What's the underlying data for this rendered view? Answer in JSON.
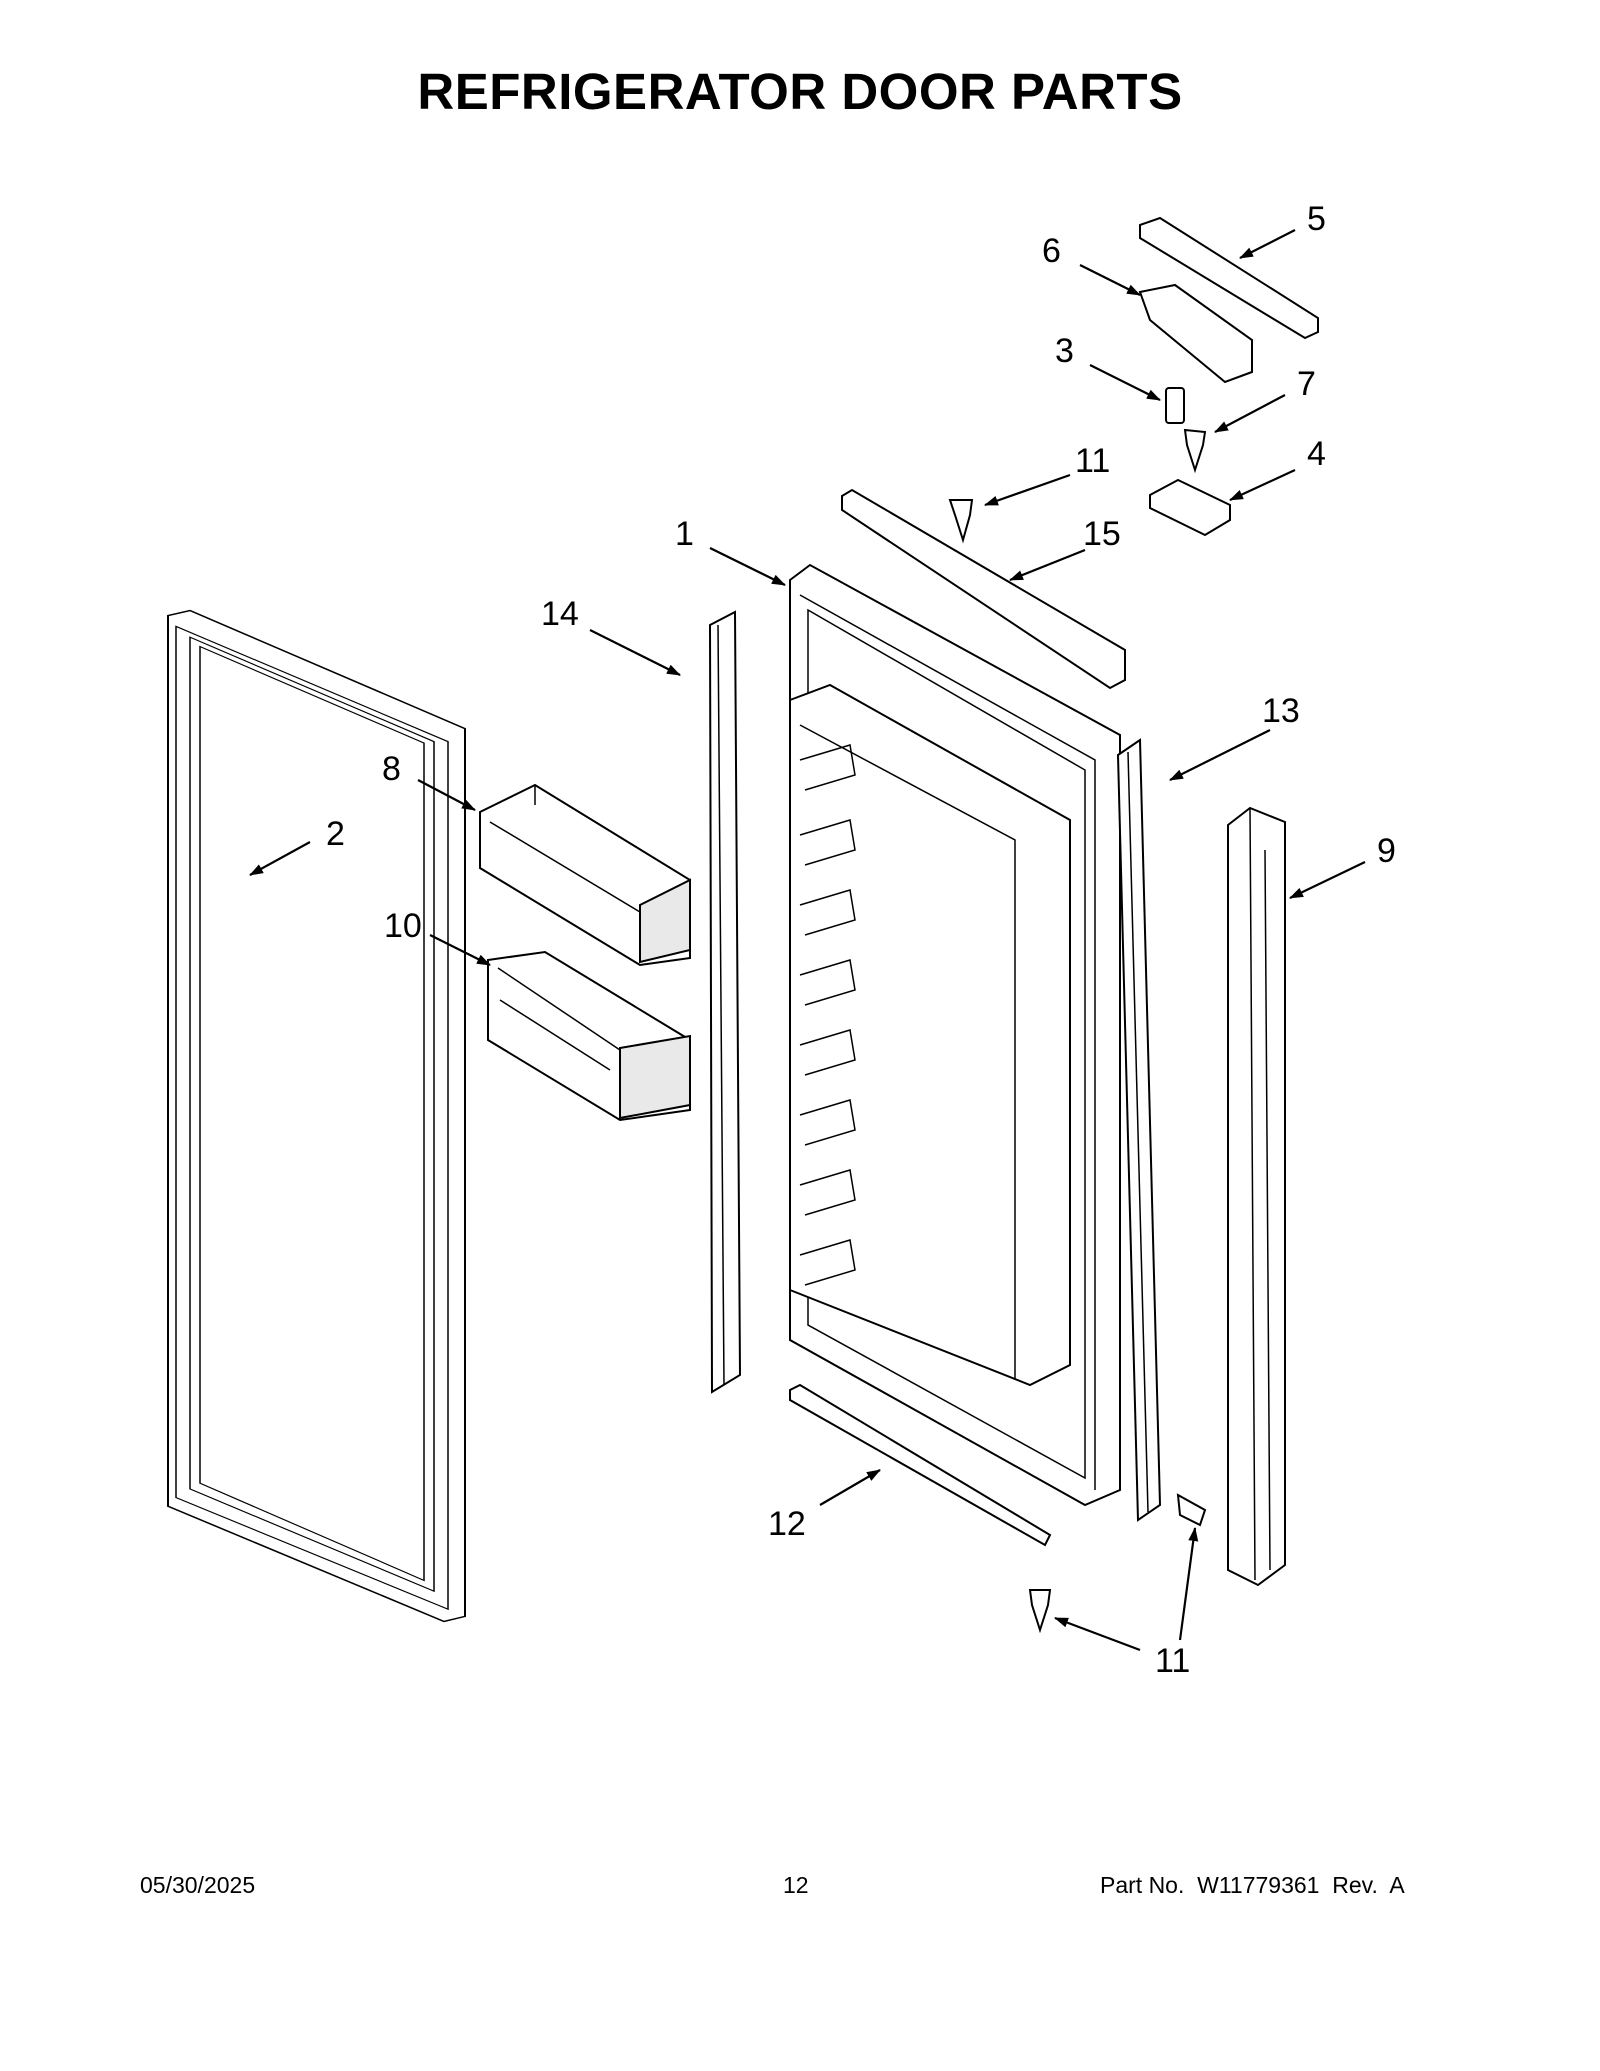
{
  "title": "REFRIGERATOR DOOR PARTS",
  "footer": {
    "date": "05/30/2025",
    "page": "12",
    "part_no": "Part No.  W11779361  Rev.  A"
  },
  "callouts": {
    "c1": "1",
    "c2": "2",
    "c3": "3",
    "c4": "4",
    "c5": "5",
    "c6": "6",
    "c7": "7",
    "c8": "8",
    "c9": "9",
    "c10": "10",
    "c11a": "11",
    "c11b": "11",
    "c12": "12",
    "c13": "13",
    "c14": "14",
    "c15": "15"
  }
}
